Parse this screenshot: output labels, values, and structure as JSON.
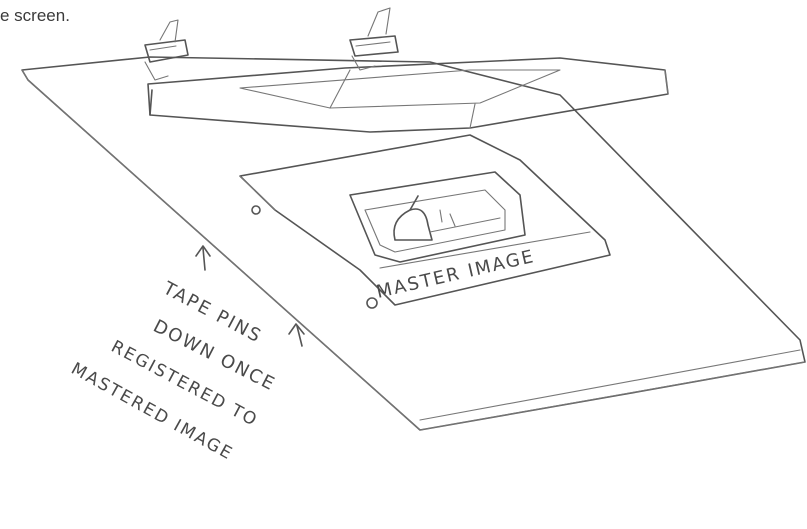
{
  "caption_fragment": "e screen.",
  "labels": {
    "master_image": "MASTER IMAGE",
    "annotation_lines": [
      "TAPE PINS",
      "DOWN ONCE",
      "REGISTERED TO",
      "MASTERED IMAGE"
    ]
  },
  "colors": {
    "pencil": "#555555",
    "paper": "#ffffff"
  }
}
